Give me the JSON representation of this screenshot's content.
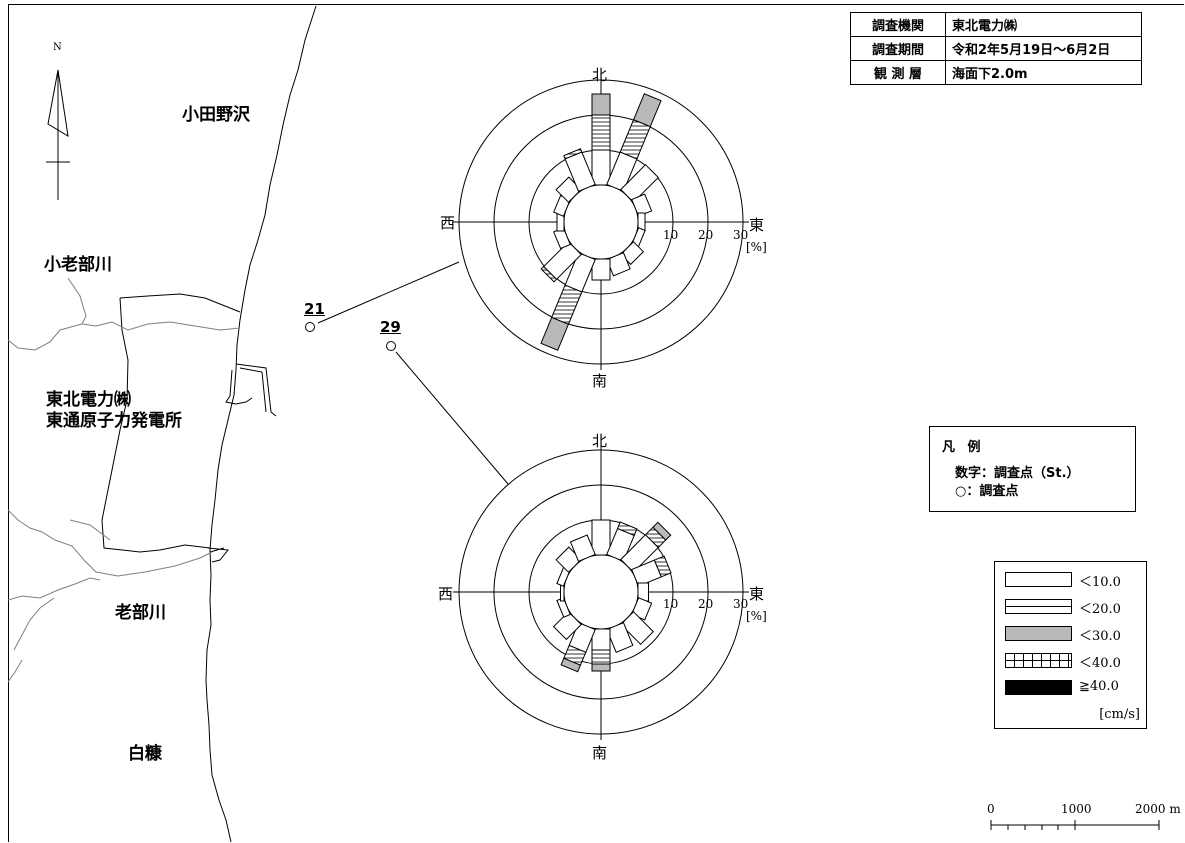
{
  "info_table": {
    "rows": [
      {
        "key": "調査機関",
        "value": "東北電力㈱"
      },
      {
        "key": "調査期間",
        "value": "令和2年5月19日〜6月2日"
      },
      {
        "key": "観 測 層",
        "value": "海面下2.0m"
      }
    ]
  },
  "north_arrow": {
    "label": "N"
  },
  "places": {
    "odanosawa": "小田野沢",
    "oippegawa": "小老部川",
    "plant_line1": "東北電力㈱",
    "plant_line2": "東通原子力発電所",
    "oppegawa": "老部川",
    "shiranuka": "白糠"
  },
  "stations": [
    {
      "id": "21",
      "rose": "rose-a"
    },
    {
      "id": "29",
      "rose": "rose-b"
    }
  ],
  "compass_labels": {
    "north": "北",
    "south": "南",
    "west": "西",
    "east": "東"
  },
  "rose_rings": {
    "ticks": [
      "10",
      "20",
      "30"
    ],
    "unit": "[%]",
    "values": [
      10,
      20,
      30
    ],
    "max": 30
  },
  "legend": {
    "title": "凡 例",
    "number_entry": "数字：調査点（St.）",
    "circle_symbol": "○",
    "circle_entry": "：調査点"
  },
  "speed_legend": {
    "classes": [
      {
        "label": "＜10.0",
        "pattern": "empty"
      },
      {
        "label": "＜20.0",
        "pattern": "horizontal"
      },
      {
        "label": "＜30.0",
        "pattern": "gray"
      },
      {
        "label": "＜40.0",
        "pattern": "grid"
      },
      {
        "label": "≧40.0",
        "pattern": "black"
      }
    ],
    "unit": "[cm/s]"
  },
  "scale_bar": {
    "labels": [
      "0",
      "1000",
      "2000 m"
    ]
  },
  "colors": {
    "gray_fill": "#b9b9b9",
    "river": "#808080"
  },
  "chart_data": [
    {
      "type": "rose",
      "station": "21",
      "directions": 16,
      "unit": "%",
      "rlim": [
        0,
        30
      ],
      "bins": [
        {
          "dir": "N",
          "total": 26,
          "parts": [
            10,
            10,
            6
          ]
        },
        {
          "dir": "NNE",
          "total": 28,
          "parts": [
            10,
            10,
            8
          ]
        },
        {
          "dir": "NE",
          "total": 10,
          "parts": [
            10
          ]
        },
        {
          "dir": "ENE",
          "total": 4,
          "parts": [
            4
          ]
        },
        {
          "dir": "E",
          "total": 2,
          "parts": [
            2
          ]
        },
        {
          "dir": "ESE",
          "total": 2,
          "parts": [
            2
          ]
        },
        {
          "dir": "SE",
          "total": 4,
          "parts": [
            4
          ]
        },
        {
          "dir": "SSE",
          "total": 5,
          "parts": [
            5
          ]
        },
        {
          "dir": "S",
          "total": 6,
          "parts": [
            6
          ]
        },
        {
          "dir": "SSW",
          "total": 28,
          "parts": [
            10,
            10,
            8
          ]
        },
        {
          "dir": "SW",
          "total": 11,
          "parts": [
            10,
            1
          ]
        },
        {
          "dir": "WSW",
          "total": 3,
          "parts": [
            3
          ]
        },
        {
          "dir": "W",
          "total": 2,
          "parts": [
            2
          ]
        },
        {
          "dir": "WNW",
          "total": 3,
          "parts": [
            3
          ]
        },
        {
          "dir": "NW",
          "total": 5,
          "parts": [
            5
          ]
        },
        {
          "dir": "NNW",
          "total": 11,
          "parts": [
            10,
            1
          ]
        }
      ]
    },
    {
      "type": "rose",
      "station": "29",
      "directions": 16,
      "unit": "%",
      "rlim": [
        0,
        30
      ],
      "bins": [
        {
          "dir": "N",
          "total": 10,
          "parts": [
            10
          ]
        },
        {
          "dir": "NNE",
          "total": 10,
          "parts": [
            8,
            2
          ]
        },
        {
          "dir": "NE",
          "total": 15,
          "parts": [
            10,
            3,
            2
          ]
        },
        {
          "dir": "ENE",
          "total": 10,
          "parts": [
            7,
            3
          ]
        },
        {
          "dir": "E",
          "total": 3,
          "parts": [
            3
          ]
        },
        {
          "dir": "ESE",
          "total": 4,
          "parts": [
            4
          ]
        },
        {
          "dir": "SE",
          "total": 8,
          "parts": [
            8
          ]
        },
        {
          "dir": "SSE",
          "total": 7,
          "parts": [
            7
          ]
        },
        {
          "dir": "S",
          "total": 12,
          "parts": [
            6,
            4,
            2
          ]
        },
        {
          "dir": "SSW",
          "total": 13,
          "parts": [
            7,
            4,
            2
          ]
        },
        {
          "dir": "SW",
          "total": 6,
          "parts": [
            6
          ]
        },
        {
          "dir": "WSW",
          "total": 2,
          "parts": [
            2
          ]
        },
        {
          "dir": "W",
          "total": 1,
          "parts": [
            1
          ]
        },
        {
          "dir": "WNW",
          "total": 2,
          "parts": [
            2
          ]
        },
        {
          "dir": "NW",
          "total": 5,
          "parts": [
            5
          ]
        },
        {
          "dir": "NNW",
          "total": 6,
          "parts": [
            6
          ]
        }
      ]
    }
  ]
}
